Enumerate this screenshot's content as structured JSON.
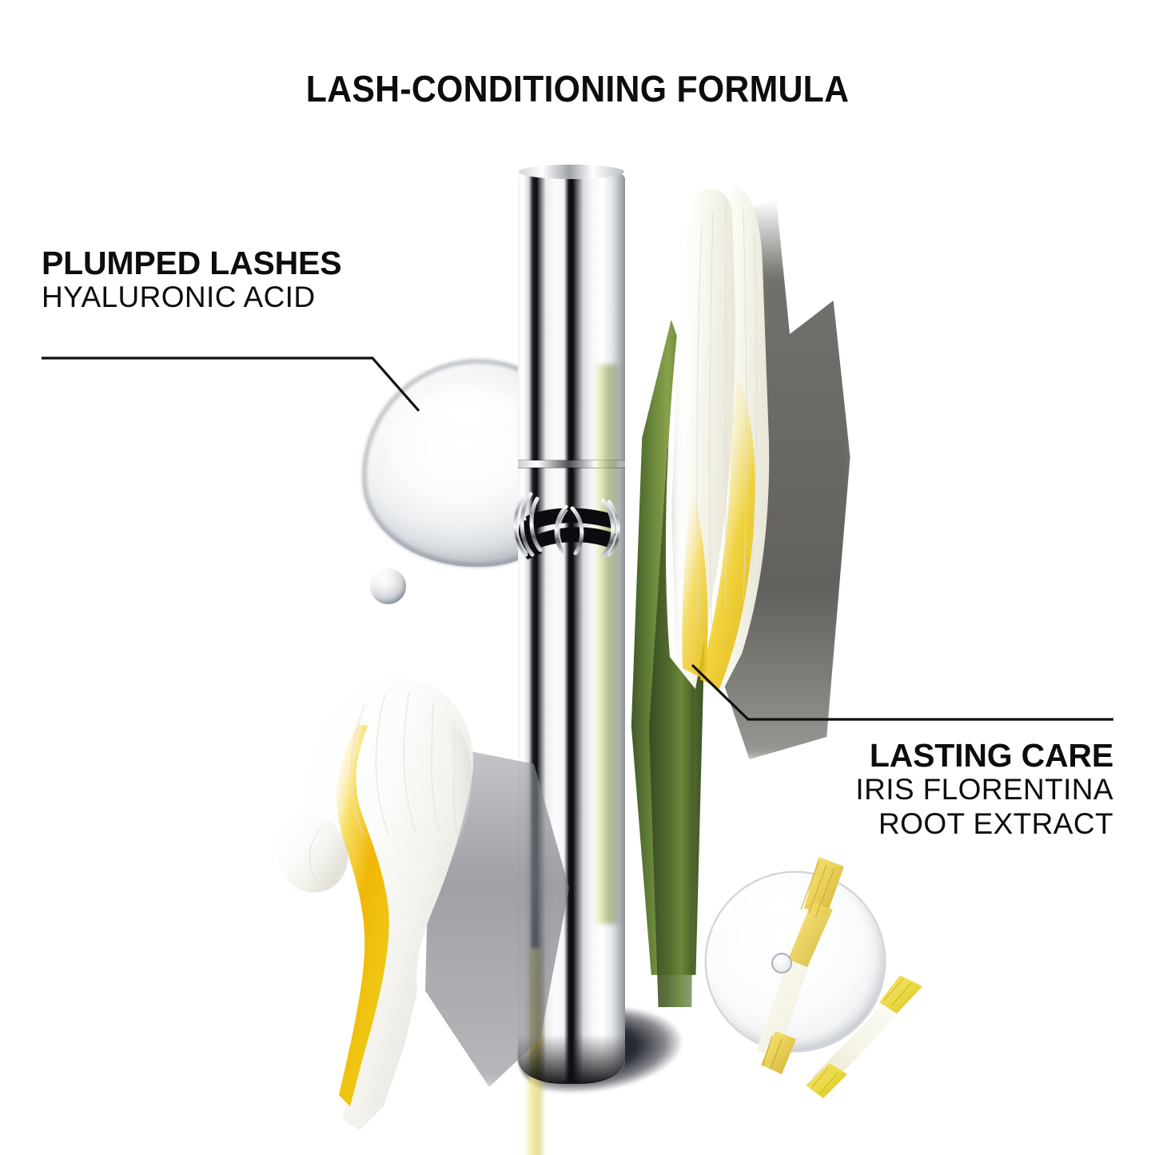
{
  "headline": {
    "text": "LASH-CONDITIONING FORMULA"
  },
  "callouts": {
    "left": {
      "title": "PLUMPED LASHES",
      "subtitle": "HYALURONIC ACID",
      "leader": "leader-line-left"
    },
    "right": {
      "title": "LASTING CARE",
      "subtitle_line1": "IRIS FLORENTINA",
      "subtitle_line2": "ROOT EXTRACT",
      "leader": "leader-line-right"
    }
  },
  "product": {
    "name": "mascara-tube",
    "brand_emblem": "ysl-monogram",
    "finish": "polished chrome"
  },
  "ingredients": [
    {
      "name": "hyaluronic-acid-gel-drop",
      "visual": "large clear gel droplet"
    },
    {
      "name": "hyaluronic-acid-micro-drop",
      "visual": "small clear droplet"
    },
    {
      "name": "iris-florentina-bud",
      "visual": "white iris bud with yellow heart"
    },
    {
      "name": "iris-florentina-petal",
      "visual": "white iris petal with golden beard"
    },
    {
      "name": "iris-root-gel-disc",
      "visual": "clear gel disc with iris root slice"
    },
    {
      "name": "iris-root-slice",
      "visual": "yellow iris root sliver"
    }
  ],
  "colors": {
    "background": "#ffffff",
    "text": "#0d0d0d",
    "leader_line": "#111111",
    "chrome_light": "#ffffff",
    "chrome_dark": "#0a0b0e",
    "leaf_green": "#5f7b33",
    "iris_yellow": "#f2c200",
    "shadow_grey": "#5e5c57"
  }
}
